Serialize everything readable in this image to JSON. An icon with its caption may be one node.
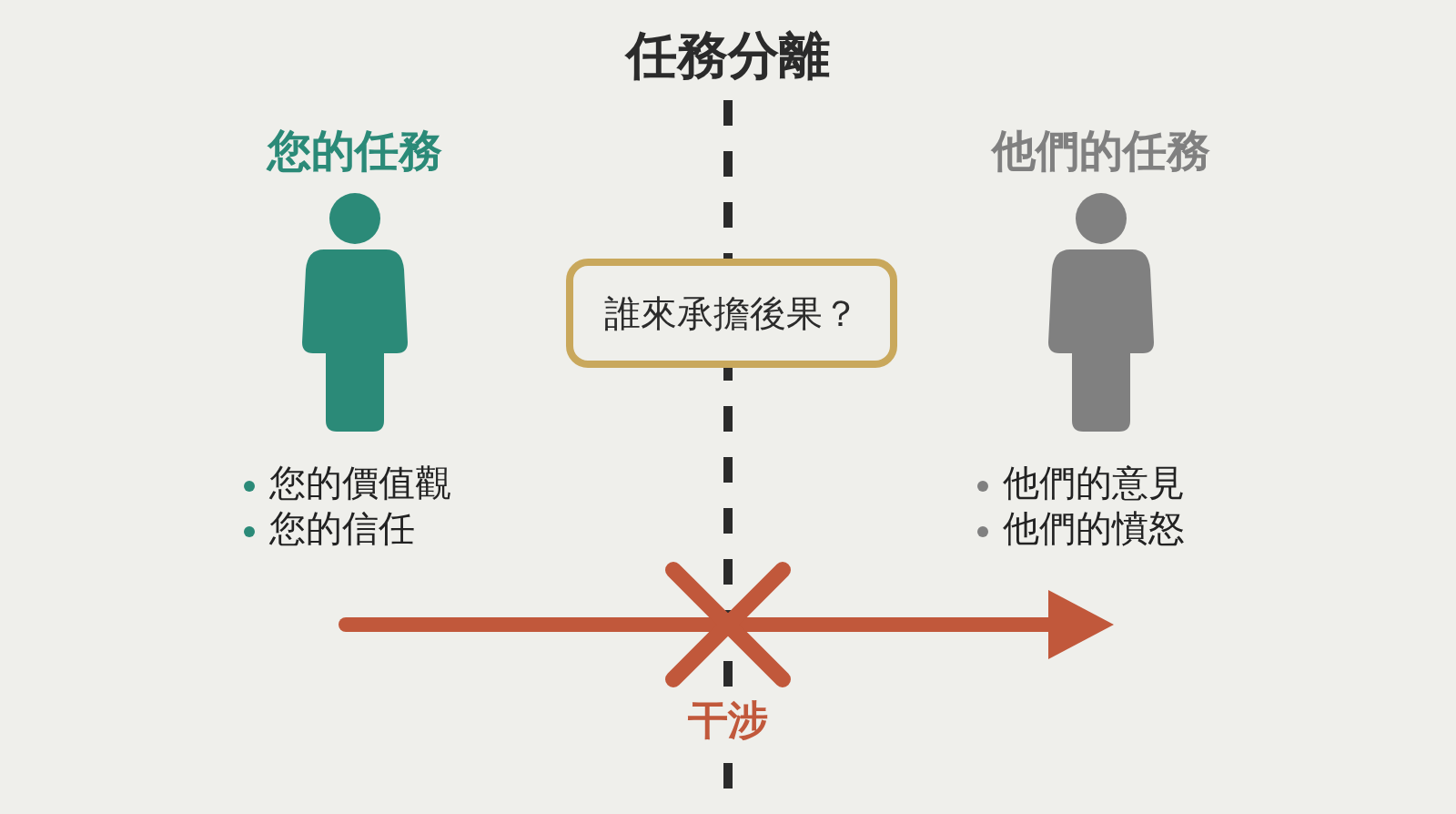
{
  "diagram": {
    "title": "任務分離",
    "nodes": [
      {
        "text": [
          "誰來承擔後果？"
        ]
      }
    ],
    "labels": [
      "您的任務",
      "您的價值觀",
      "您的信任",
      "他們的任務",
      "他們的意見",
      "他們的憤怒",
      "干涉"
    ]
  }
}
